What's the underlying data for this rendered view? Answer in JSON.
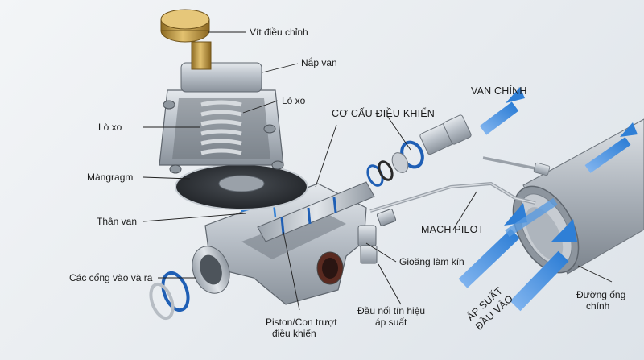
{
  "labels": {
    "adjust_screw": "Vít điều chỉnh",
    "bonnet": "Nắp van",
    "spring_right": "Lò xo",
    "spring_left": "Lò xo",
    "control_mechanism": "CƠ CẤU ĐIỀU KHIỂN",
    "main_valve": "VAN CHÍNH",
    "diaphragm": "Màngragm",
    "valve_body": "Thân van",
    "pilot_line": "MẠCH PILOT",
    "ports": "Các cổng vào và ra",
    "seal": "Gioăng làm kín",
    "inlet_pressure_line1": "ÁP SUẤT",
    "inlet_pressure_line2": "ĐẦU VÀO",
    "main_pipe_line1": "Đường ống",
    "main_pipe_line2": "chính",
    "pressure_signal_line1": "Đầu nối tín hiệu",
    "pressure_signal_line2": "áp suất",
    "piston_line1": "Piston/Con trượt",
    "piston_line2": "điều khiển"
  },
  "colors": {
    "flow_arrow": "#2f7fd6",
    "seal_ring": "#1f5fb5",
    "metal": "#b8bec6",
    "brass": "#c9a24a"
  }
}
